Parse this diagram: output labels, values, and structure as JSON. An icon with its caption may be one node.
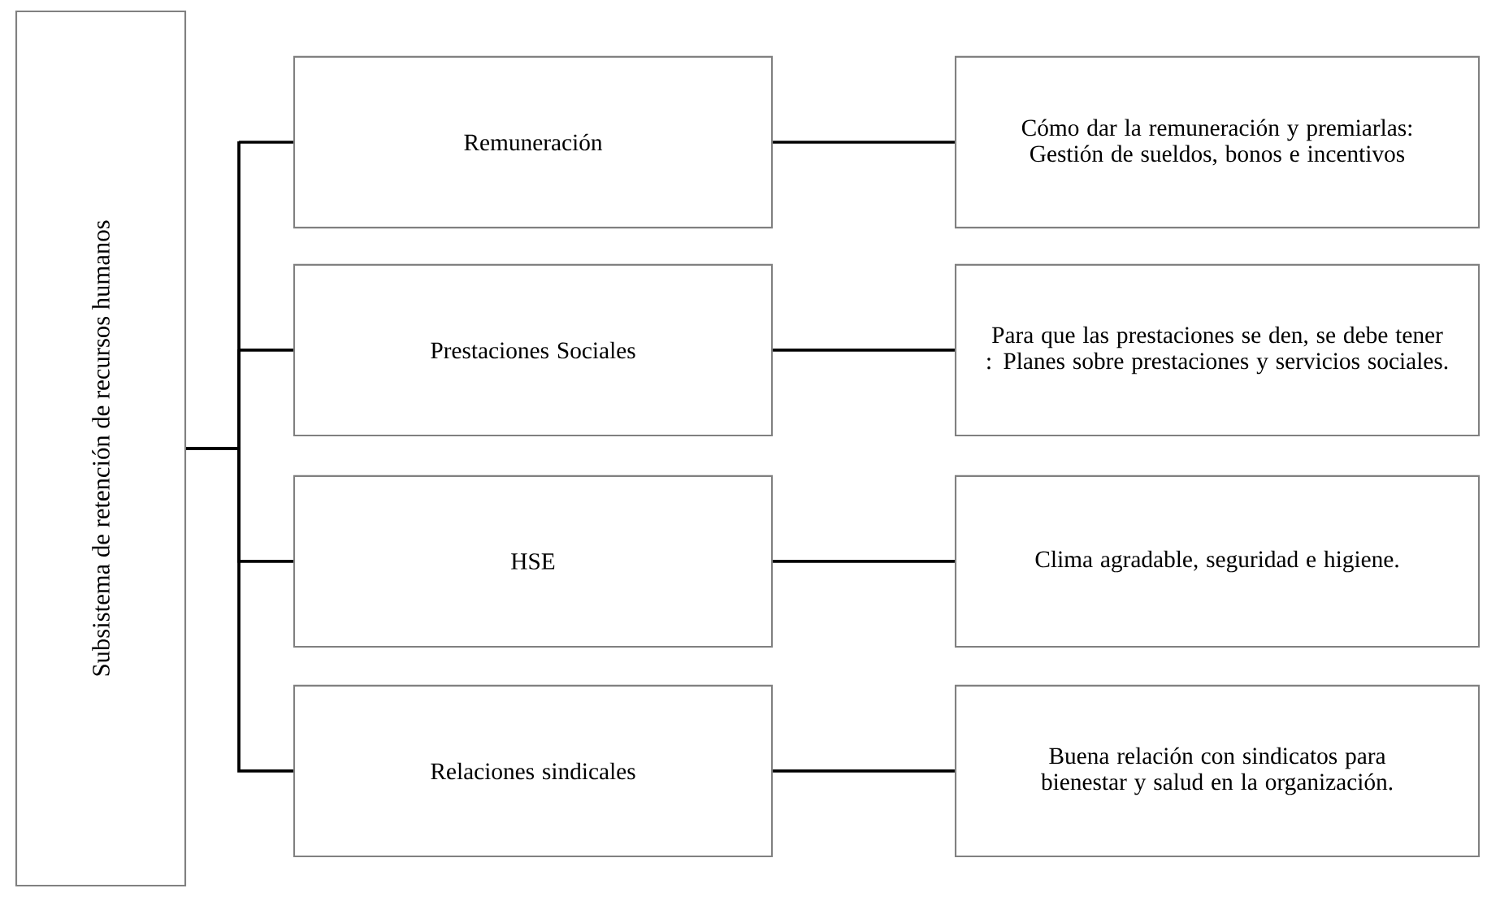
{
  "diagram": {
    "nodes": [
      {
        "text": [
          "Subsistema de retención de recursos humanos"
        ]
      },
      {
        "text": [
          "Remuneración"
        ]
      },
      {
        "text": [
          "Prestaciones Sociales"
        ]
      },
      {
        "text": [
          "HSE"
        ]
      },
      {
        "text": [
          "Relaciones sindicales"
        ]
      },
      {
        "text": [
          "Cómo dar la remuneración y premiarlas: Gestión de sueldos, bonos e incentivos"
        ]
      },
      {
        "text": [
          "Para que las prestaciones se den, se debe tener : Planes sobre prestaciones y servicios sociales."
        ]
      },
      {
        "text": [
          "Clima agradable, seguridad e higiene."
        ]
      },
      {
        "text": [
          "Buena relación con sindicatos para bienestar y salud en la organización."
        ]
      }
    ],
    "edges": [
      {
        "from": 0,
        "to": 1,
        "arrow": "none"
      },
      {
        "from": 0,
        "to": 2,
        "arrow": "none"
      },
      {
        "from": 0,
        "to": 3,
        "arrow": "none"
      },
      {
        "from": 0,
        "to": 4,
        "arrow": "none"
      },
      {
        "from": 1,
        "to": 5,
        "arrow": "none"
      },
      {
        "from": 2,
        "to": 6,
        "arrow": "none"
      },
      {
        "from": 3,
        "to": 7,
        "arrow": "none"
      },
      {
        "from": 4,
        "to": 8,
        "arrow": "none"
      }
    ]
  }
}
